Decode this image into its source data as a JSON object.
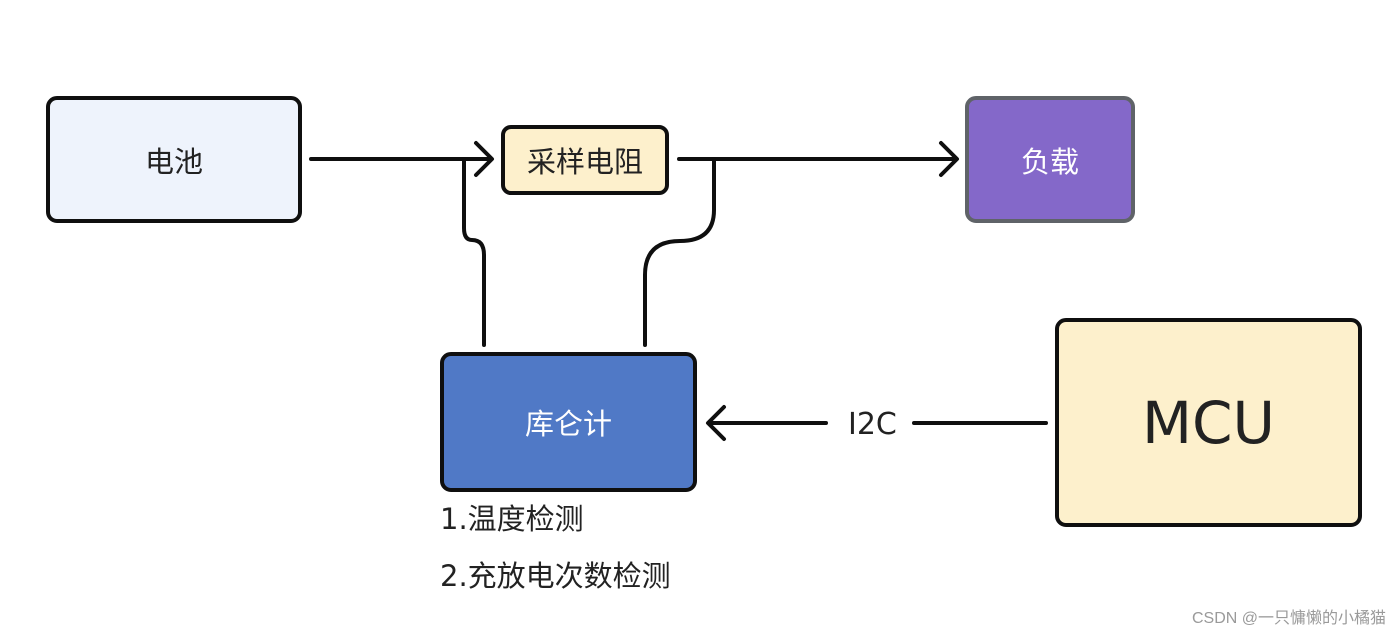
{
  "nodes": {
    "battery": "电池",
    "sense_resistor": "采样电阻",
    "load": "负载",
    "coulomb_counter": "库仑计",
    "mcu": "MCU"
  },
  "edges": {
    "bus_label": "I2C"
  },
  "notes": {
    "line1": "1.温度检测",
    "line2": "2.充放电次数检测"
  },
  "watermark": "CSDN @一只慵懒的小橘猫",
  "colors": {
    "battery_fill": "#eef3fc",
    "resistor_fill": "#fdf0cc",
    "load_fill": "#8468c9",
    "coulomb_fill": "#5079c6",
    "mcu_fill": "#fdf0cc",
    "line": "#0f0f0f"
  }
}
